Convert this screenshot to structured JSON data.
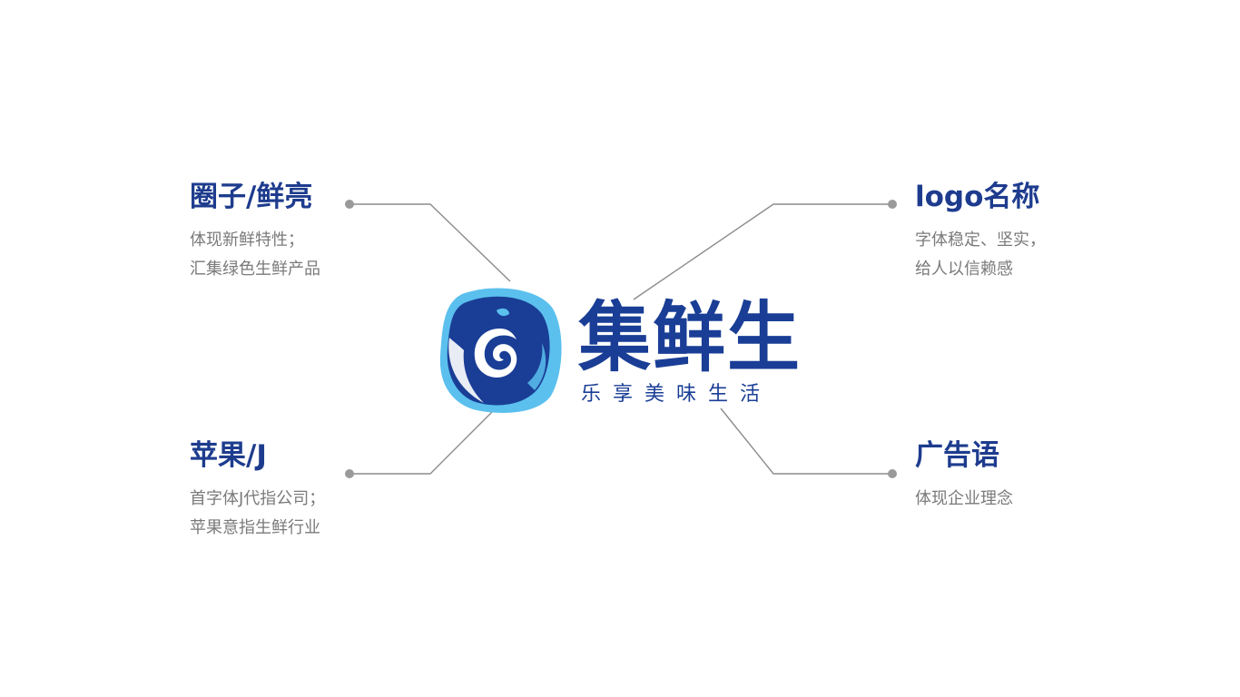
{
  "colors": {
    "brand_dark_blue": "#1a3e96",
    "brand_light_blue": "#5bc0ee",
    "title_blue": "#1e3c8e",
    "description_gray": "#7a7a7a",
    "connector_gray": "#8c8c8c",
    "background": "#ffffff"
  },
  "logo": {
    "mark_icon": "swirl-apple-icon",
    "name": "集鲜生",
    "slogan": "乐享美味生活"
  },
  "annotations": {
    "top_left": {
      "title": "圈子/鲜亮",
      "lines": [
        "体现新鲜特性；",
        "汇集绿色生鲜产品"
      ]
    },
    "bottom_left": {
      "title": "苹果/J",
      "lines": [
        "首字体J代指公司；",
        "苹果意指生鲜行业"
      ]
    },
    "top_right": {
      "title": "logo名称",
      "lines": [
        "字体稳定、坚实，",
        "给人以信赖感"
      ]
    },
    "bottom_right": {
      "title": "广告语",
      "lines": [
        "体现企业理念"
      ]
    }
  }
}
